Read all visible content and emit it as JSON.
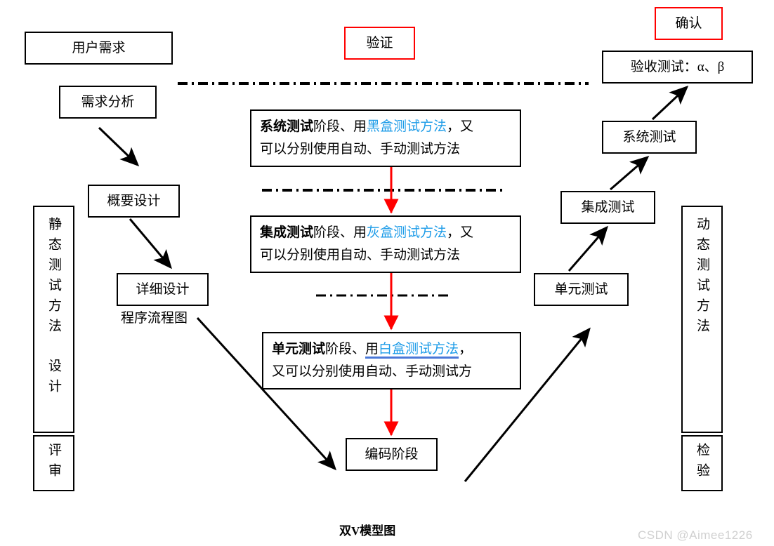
{
  "diagram": {
    "title": "双V模型图",
    "watermark": "CSDN @Aimee1226",
    "accent_red": "#ff0000",
    "accent_blue": "#1e9ce8",
    "underline_blue": "#4a78d8"
  },
  "left_branch": {
    "user_requirement": "用户需求",
    "requirement_analysis": "需求分析",
    "outline_design": "概要设计",
    "detail_design": "详细设计",
    "program_flowchart": "程序流程图",
    "static_method_label": "静态测试方法",
    "static_design_label": "设计",
    "review_label": "评审"
  },
  "center": {
    "verification_label": "验证",
    "stage_system": {
      "b1": "系统测试",
      "t1": "阶段、用",
      "blue": "黑盒测试方法",
      "t2": "，又",
      "line2": "可以分别使用自动、手动测试方法"
    },
    "stage_integration": {
      "b1": "集成测试",
      "t1": "阶段、用",
      "blue": "灰盒测试方法",
      "t2": "，又",
      "line2": "可以分别使用自动、手动测试方法"
    },
    "stage_unit": {
      "b1": "单元测试",
      "t1": "阶段、",
      "u_black": "用",
      "blue": "白盒测试方法",
      "t2": "，",
      "line2": "又可以分别使用自动、手动测试方"
    },
    "coding_stage": "编码阶段"
  },
  "right_branch": {
    "confirm_label": "确认",
    "acceptance_test": "验收测试：α、β",
    "system_test": "系统测试",
    "integration_test": "集成测试",
    "unit_test": "单元测试",
    "dynamic_method_label": "动态测试方法",
    "inspection_label": "检验"
  }
}
